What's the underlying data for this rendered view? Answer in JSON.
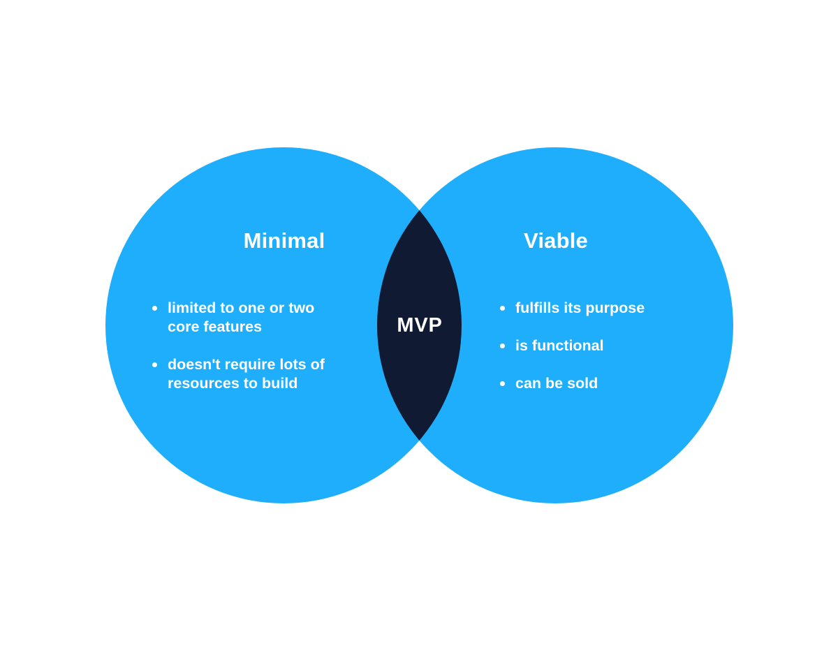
{
  "venn": {
    "type": "venn-diagram",
    "topic": "MVP",
    "colors": {
      "circle": "#1FAEFC",
      "overlap": "#111A33",
      "text": "#FFFFFF",
      "background": "#FFFFFF"
    },
    "left": {
      "title": "Minimal",
      "bullets": {
        "0": "limited to one or two core features",
        "1": "doesn't require lots of resources to build"
      }
    },
    "right": {
      "title": "Viable",
      "bullets": {
        "0": "fulfills its purpose",
        "1": "is functional",
        "2": "can be sold"
      }
    },
    "center": {
      "label": "MVP"
    }
  }
}
